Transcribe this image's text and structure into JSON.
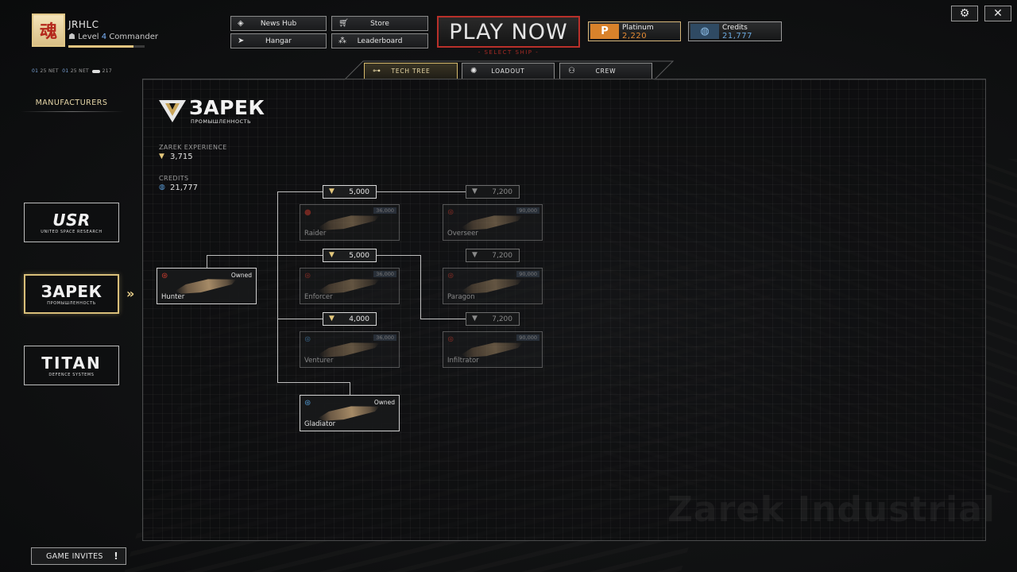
{
  "player": {
    "avatar_glyph": "魂",
    "name": "JRHLC",
    "level_prefix": "Level",
    "level_num": "4",
    "rank": "Commander",
    "xp_fraction": 0.85
  },
  "nav": {
    "news_hub": "News Hub",
    "store": "Store",
    "hangar": "Hangar",
    "leaderboard": "Leaderboard"
  },
  "play": {
    "label": "PLAY NOW",
    "sub": "- SELECT SHIP -"
  },
  "currency": {
    "platinum_label": "Platinum",
    "platinum_value": "2,220",
    "platinum_badge": "P",
    "credits_label": "Credits",
    "credits_value": "21,777"
  },
  "net": {
    "a_val": "01",
    "a_num": "25",
    "a_label": "NET",
    "b_val": "01",
    "b_num": "25",
    "b_label": "NET",
    "c_val": "217"
  },
  "tabs": {
    "tech_tree": "TECH TREE",
    "loadout": "LOADOUT",
    "crew": "CREW"
  },
  "sidebar": {
    "title": "MANUFACTURERS",
    "usr_big": "USR",
    "usr_small": "UNITED SPACE RESEARCH",
    "zarek_big": "ЗАРЕК",
    "zarek_small": "ПРОМЫШЛЕННОСТЬ",
    "titan_big": "TITAN",
    "titan_small": "DEFENCE SYSTEMS"
  },
  "faction": {
    "name": "ЗАРЕК",
    "sub": "ПРОМЫШЛЕННОСТЬ",
    "exp_label": "ZAREK EXPERIENCE",
    "exp_value": "3,715",
    "credits_label": "CREDITS",
    "credits_value": "21,777",
    "watermark": "Zarek Industrial"
  },
  "tree": {
    "costs": {
      "raider": "5,000",
      "overseer": "7,200",
      "enforcer": "5,000",
      "paragon": "7,200",
      "venturer": "4,000",
      "infiltrator": "7,200"
    },
    "ships": {
      "hunter": {
        "name": "Hunter",
        "status": "Owned"
      },
      "raider": {
        "name": "Raider",
        "price": "36,000"
      },
      "overseer": {
        "name": "Overseer",
        "price": "90,000"
      },
      "enforcer": {
        "name": "Enforcer",
        "price": "36,000"
      },
      "paragon": {
        "name": "Paragon",
        "price": "90,000"
      },
      "venturer": {
        "name": "Venturer",
        "price": "36,000"
      },
      "infiltrator": {
        "name": "Infiltrator",
        "price": "90,000"
      },
      "gladiator": {
        "name": "Gladiator",
        "status": "Owned"
      }
    }
  },
  "footer": {
    "invites": "GAME INVITES",
    "invites_alert": "!"
  },
  "colors": {
    "accent_gold": "#d9bf79",
    "play_red": "#b9302a",
    "platinum_orange": "#e07b2a",
    "credits_blue": "#5a9bd6"
  }
}
